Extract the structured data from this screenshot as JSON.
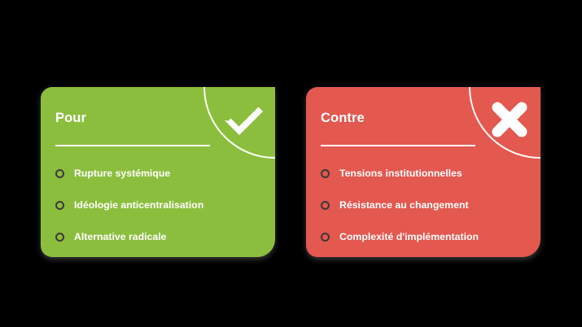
{
  "background_color": "#000000",
  "cards": [
    {
      "id": "pour",
      "title": "Pour",
      "accent_color": "#8CBE3E",
      "icon": "checkmark-icon",
      "items": [
        {
          "label": "Rupture systémique"
        },
        {
          "label": "Idéologie anticentralisation"
        },
        {
          "label": "Alternative radicale"
        }
      ]
    },
    {
      "id": "contre",
      "title": "Contre",
      "accent_color": "#E3584F",
      "icon": "cross-icon",
      "items": [
        {
          "label": "Tensions institutionnelles"
        },
        {
          "label": "Résistance au changement"
        },
        {
          "label": "Complexité d'implémentation"
        }
      ]
    }
  ],
  "bullet_color": "#3A3A3A",
  "text_color": "#FFFFFF"
}
